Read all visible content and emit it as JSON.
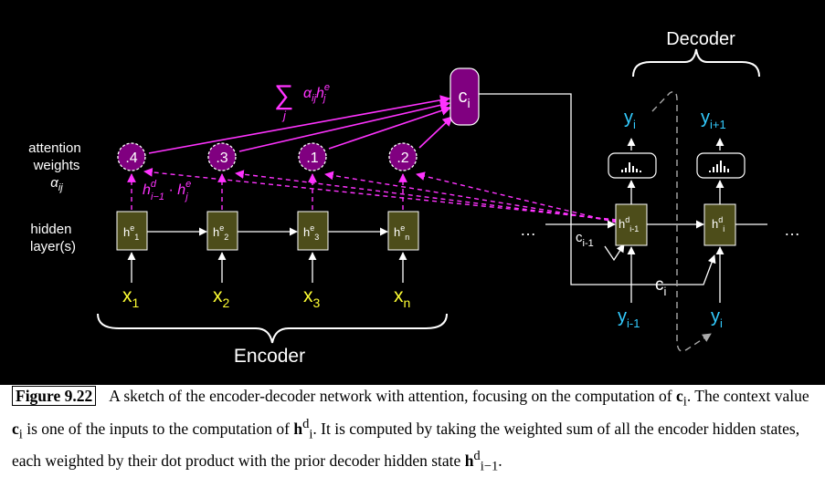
{
  "diagram": {
    "decoder_title": "Decoder",
    "encoder_title": "Encoder",
    "sum_symbol": "∑",
    "sum_subscript": "j",
    "sum_term": "αijhej",
    "context_node": {
      "main": "c",
      "sub": "i"
    },
    "attention_label": [
      "attention",
      "weights"
    ],
    "attention_symbol": "αij",
    "hidden_label": [
      "hidden",
      "layer(s)"
    ],
    "dot_label": "hdi−1 · hej",
    "attention_weights": [
      ".4",
      ".3",
      ".1",
      ".2"
    ],
    "encoder_cells": [
      {
        "main": "h",
        "sup": "e",
        "sub": "1"
      },
      {
        "main": "h",
        "sup": "e",
        "sub": "2"
      },
      {
        "main": "h",
        "sup": "e",
        "sub": "3"
      },
      {
        "main": "h",
        "sup": "e",
        "sub": "n"
      }
    ],
    "encoder_inputs": [
      {
        "main": "x",
        "sub": "1"
      },
      {
        "main": "x",
        "sub": "2"
      },
      {
        "main": "x",
        "sub": "3"
      },
      {
        "main": "x",
        "sub": "n"
      }
    ],
    "ellipsis": "…",
    "decoder_cells": [
      {
        "main": "h",
        "sup": "d",
        "sub": "i-1"
      },
      {
        "main": "h",
        "sup": "d",
        "sub": "i"
      }
    ],
    "decoder_outputs": [
      {
        "main": "y",
        "sub": "i"
      },
      {
        "main": "y",
        "sub": "i+1"
      }
    ],
    "decoder_inputs": [
      {
        "main": "y",
        "sub": "i-1"
      },
      {
        "main": "y",
        "sub": "i"
      }
    ],
    "c_prev": {
      "main": "c",
      "sub": "i-1"
    },
    "c_cur": {
      "main": "c",
      "sub": "i"
    }
  },
  "caption": {
    "label": "Figure 9.22",
    "text_1": "A sketch of the encoder-decoder network with attention, focusing on the computation of ",
    "ci_1": "c",
    "ci_1_sub": "i",
    "text_2": ". The context value ",
    "ci_2": "c",
    "ci_2_sub": "i",
    "text_3": " is one of the inputs to the computation of ",
    "h_1": "h",
    "h_1_sup": "d",
    "h_1_sub": "i",
    "text_4": ". It is computed by taking the weighted sum of all the encoder hidden states, each weighted by their dot product with the prior decoder hidden state ",
    "h_2": "h",
    "h_2_sup": "d",
    "h_2_sub": "i−1",
    "text_5": "."
  },
  "colors": {
    "magenta": "#ff33ff",
    "attention_fill": "#800080",
    "cell_fill": "#4d4d1a",
    "yellow": "#ffff33",
    "cyan": "#33ccff"
  }
}
